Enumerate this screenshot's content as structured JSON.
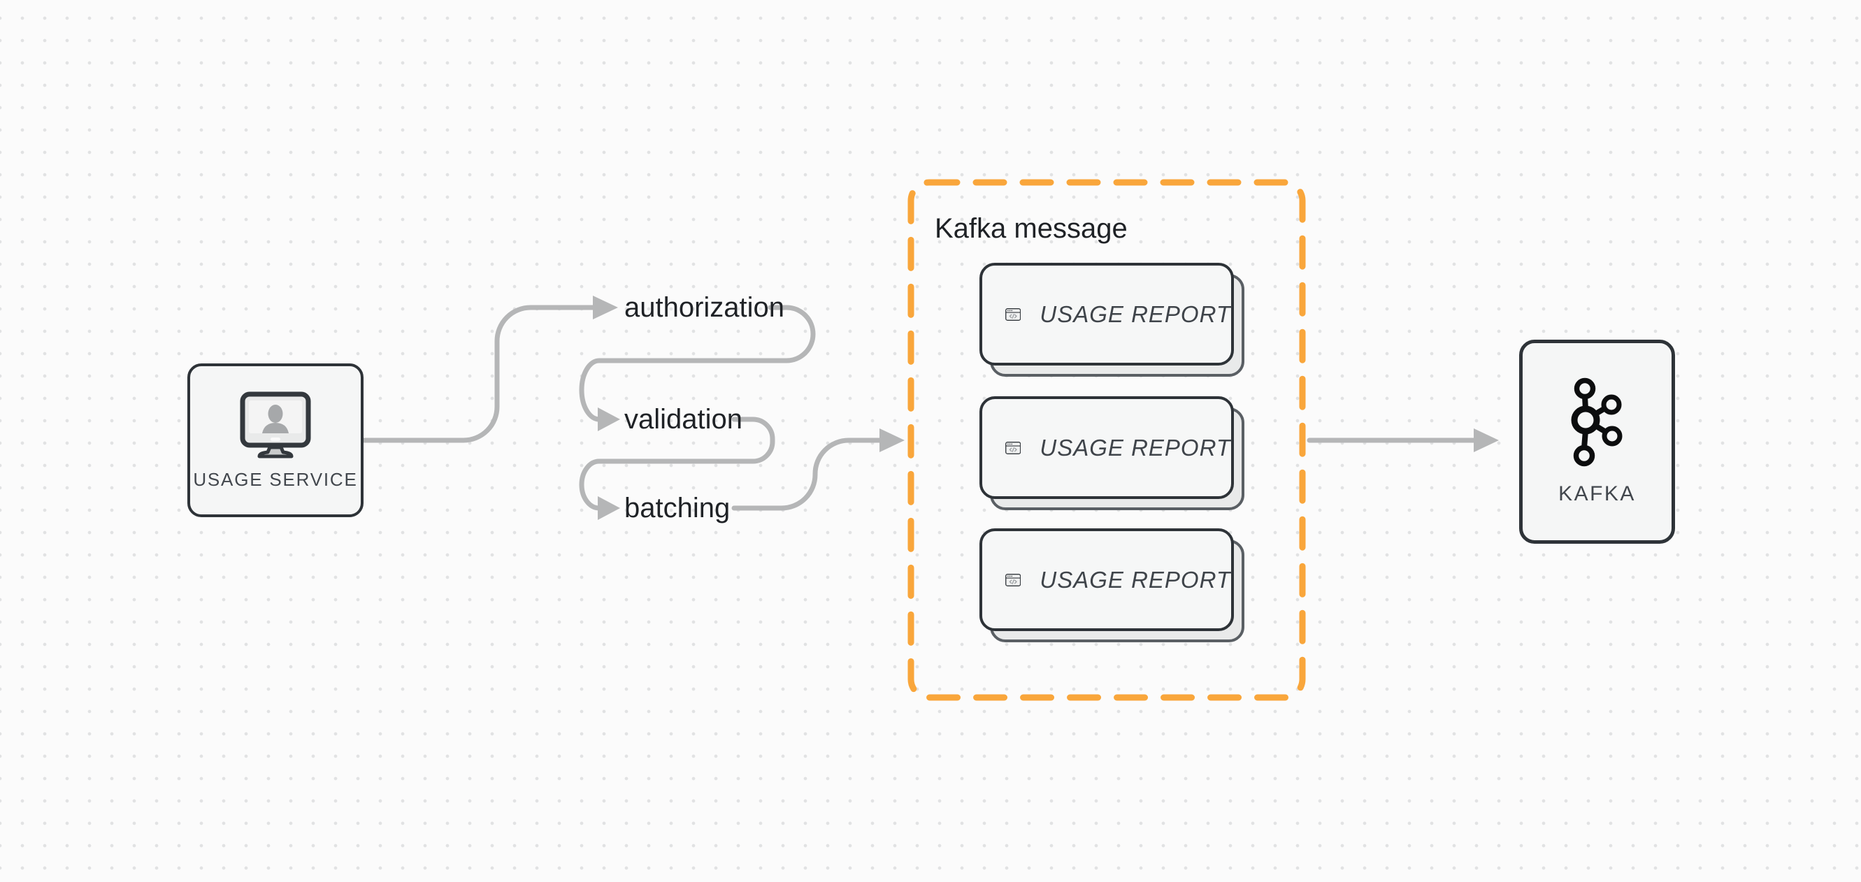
{
  "diagram": {
    "nodes": {
      "usage_service": {
        "label": "USAGE SERVICE",
        "icon": "monitor-user-icon"
      },
      "kafka": {
        "label": "KAFKA",
        "icon": "kafka-logo-icon"
      }
    },
    "steps": [
      {
        "label": "authorization"
      },
      {
        "label": "validation"
      },
      {
        "label": "batching"
      }
    ],
    "kafka_message": {
      "title": "Kafka message",
      "cards": [
        {
          "label": "USAGE REPORT",
          "icon": "code-window-icon"
        },
        {
          "label": "USAGE REPORT",
          "icon": "code-window-icon"
        },
        {
          "label": "USAGE REPORT",
          "icon": "code-window-icon"
        }
      ]
    },
    "colors": {
      "accent_orange": "#F9A63B",
      "arrow_gray": "#B5B6B7",
      "border_dark": "#2E3338",
      "node_bg": "#F5F6F6",
      "canvas_bg": "#FBFBFB"
    }
  }
}
